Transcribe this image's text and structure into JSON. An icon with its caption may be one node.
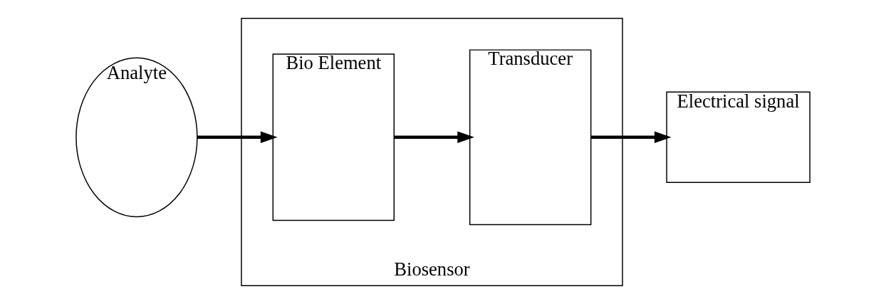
{
  "diagram": {
    "nodes": [
      {
        "text": [
          "Analyte"
        ]
      },
      {
        "text": [
          "Biosensor"
        ]
      },
      {
        "text": [
          "Bio Element"
        ],
        "in": 1
      },
      {
        "text": [
          "Transducer"
        ],
        "in": 1
      },
      {
        "text": [
          "Electrical signal"
        ]
      }
    ],
    "edges": [
      {
        "from": 0,
        "to": 2,
        "arrow": "to"
      },
      {
        "from": 2,
        "to": 3,
        "arrow": "to"
      },
      {
        "from": 3,
        "to": 4,
        "arrow": "to"
      }
    ]
  }
}
